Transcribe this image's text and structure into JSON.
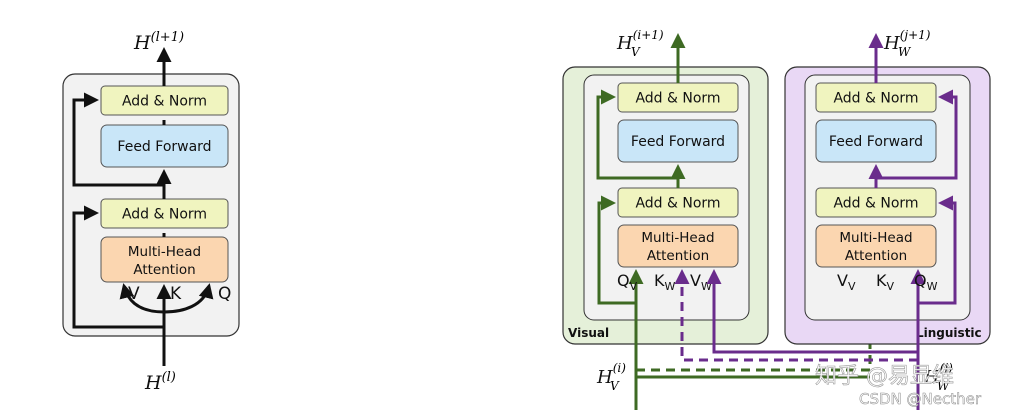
{
  "left": {
    "output_label": "H",
    "output_sup": "(l+1)",
    "input_label": "H",
    "input_sup": "(l)",
    "add_norm_top": "Add & Norm",
    "feed_forward": "Feed Forward",
    "add_norm_bottom": "Add & Norm",
    "mha_line1": "Multi-Head",
    "mha_line2": "Attention",
    "in_v": "V",
    "in_k": "K",
    "in_q": "Q"
  },
  "visual": {
    "tag": "Visual",
    "output_label": "H",
    "output_sub": "V",
    "output_sup": "(i+1)",
    "add_norm_top": "Add & Norm",
    "feed_forward": "Feed Forward",
    "add_norm_bottom": "Add & Norm",
    "mha_line1": "Multi-Head",
    "mha_line2": "Attention",
    "in_q": "Q",
    "in_q_sub": "V",
    "in_k": "K",
    "in_k_sub": "W",
    "in_v": "V",
    "in_v_sub": "W",
    "input_label": "H",
    "input_sub": "V",
    "input_sup": "(i)"
  },
  "linguistic": {
    "tag": "Linguistic",
    "output_label": "H",
    "output_sub": "W",
    "output_sup": "(j+1)",
    "add_norm_top": "Add & Norm",
    "feed_forward": "Feed Forward",
    "add_norm_bottom": "Add & Norm",
    "mha_line1": "Multi-Head",
    "mha_line2": "Attention",
    "in_v": "V",
    "in_v_sub": "V",
    "in_k": "K",
    "in_k_sub": "V",
    "in_q": "Q",
    "in_q_sub": "W",
    "input_label": "H",
    "input_sub": "W",
    "input_sup": "(j)"
  },
  "watermark": {
    "line1": "知乎 @易显维",
    "line2": "CSDN @Necther"
  },
  "colors": {
    "block_bg": "#f2f2f2",
    "visual_bg": "#e5f0d9",
    "linguistic_bg": "#e9d8f5",
    "add_norm": "#f0f4bf",
    "feed_forward": "#c9e6f8",
    "mha": "#fbd6b0",
    "green_arrow": "#3e6a23",
    "purple_arrow": "#6a2c8c"
  }
}
